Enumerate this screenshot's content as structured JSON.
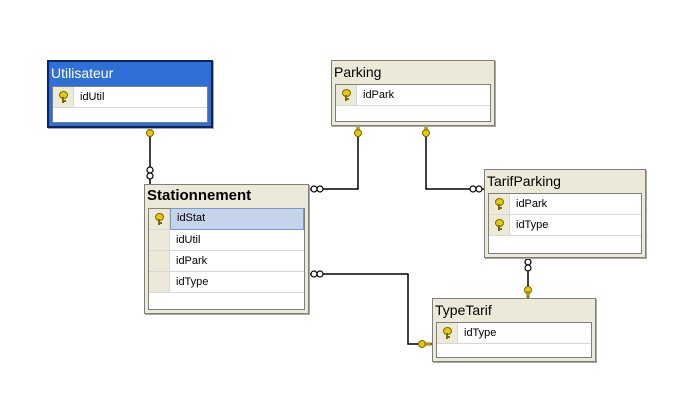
{
  "tables": {
    "utilisateur": {
      "title": "Utilisateur",
      "columns": [
        {
          "name": "idUtil",
          "key": true
        }
      ]
    },
    "parking": {
      "title": "Parking",
      "columns": [
        {
          "name": "idPark",
          "key": true
        }
      ]
    },
    "stationnement": {
      "title": "Stationnement",
      "columns": [
        {
          "name": "idStat",
          "key": true
        },
        {
          "name": "idUtil",
          "key": false
        },
        {
          "name": "idPark",
          "key": false
        },
        {
          "name": "idType",
          "key": false
        }
      ]
    },
    "tarifparking": {
      "title": "TarifParking",
      "columns": [
        {
          "name": "idPark",
          "key": true
        },
        {
          "name": "idType",
          "key": true
        }
      ]
    },
    "typetarif": {
      "title": "TypeTarif",
      "columns": [
        {
          "name": "idType",
          "key": true
        }
      ]
    }
  },
  "relationships": [
    {
      "from": "utilisateur",
      "to": "stationnement",
      "one": "utilisateur",
      "many": "stationnement"
    },
    {
      "from": "parking",
      "to": "stationnement",
      "one": "parking",
      "many": "stationnement"
    },
    {
      "from": "parking",
      "to": "tarifparking",
      "one": "parking",
      "many": "tarifparking"
    },
    {
      "from": "typetarif",
      "to": "tarifparking",
      "one": "typetarif",
      "many": "tarifparking"
    },
    {
      "from": "typetarif",
      "to": "stationnement",
      "one": "typetarif",
      "many": "stationnement"
    }
  ],
  "colors": {
    "selected_title_bg": "#2f6fd6",
    "table_bg": "#ece9d8",
    "line": "#000000",
    "key": "#e8c90a"
  }
}
